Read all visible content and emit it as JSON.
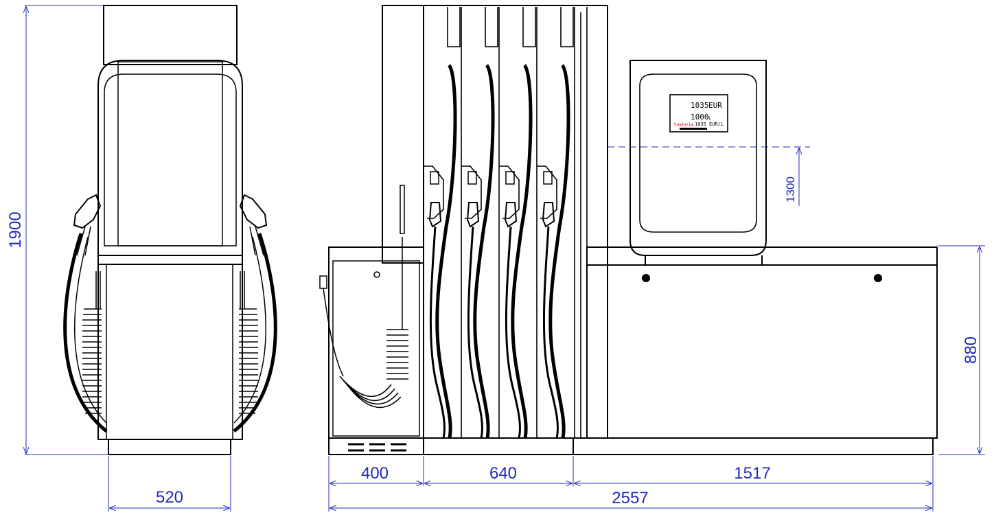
{
  "dimensions": {
    "height_total": "1900",
    "width_side": "520",
    "display_height": "1300",
    "base_height": "880",
    "seg_left": "400",
    "seg_mid": "640",
    "seg_right": "1517",
    "total_length": "2557"
  },
  "display": {
    "amount": "1035",
    "amount_unit": "EUR",
    "volume": "1000",
    "volume_unit": "L",
    "price": "1035",
    "price_unit": "EUR/L",
    "brand": "Tokheim"
  },
  "colors": {
    "dimension": "#1f2bbd",
    "outline": "#000000",
    "brand": "#c8102e"
  }
}
